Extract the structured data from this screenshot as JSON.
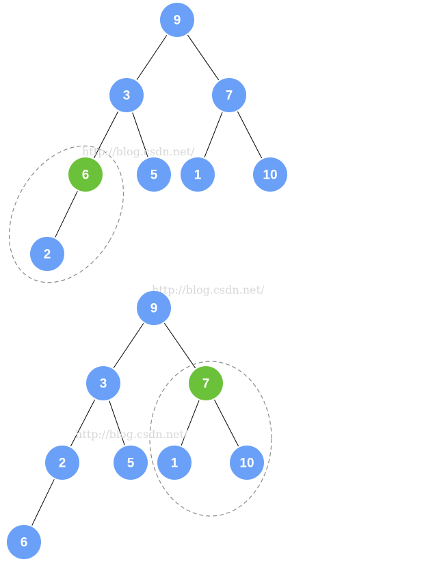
{
  "colors": {
    "node_default": "#6aa0f7",
    "node_highlight": "#6cc13a",
    "text": "#ffffff",
    "edge": "#000000",
    "dashed_outline": "#8a8a8a",
    "watermark": "#d8d8d8"
  },
  "watermark_text": "http://blog.csdn.net/",
  "trees": [
    {
      "name": "tree-before",
      "nodes": [
        {
          "id": "t1-9",
          "label": "9",
          "highlight": false
        },
        {
          "id": "t1-3",
          "label": "3",
          "highlight": false
        },
        {
          "id": "t1-7",
          "label": "7",
          "highlight": false
        },
        {
          "id": "t1-6",
          "label": "6",
          "highlight": true
        },
        {
          "id": "t1-5",
          "label": "5",
          "highlight": false
        },
        {
          "id": "t1-1",
          "label": "1",
          "highlight": false
        },
        {
          "id": "t1-10",
          "label": "10",
          "highlight": false
        },
        {
          "id": "t1-2",
          "label": "2",
          "highlight": false
        }
      ],
      "edges": [
        [
          "t1-9",
          "t1-3"
        ],
        [
          "t1-9",
          "t1-7"
        ],
        [
          "t1-3",
          "t1-6"
        ],
        [
          "t1-3",
          "t1-5"
        ],
        [
          "t1-7",
          "t1-1"
        ],
        [
          "t1-7",
          "t1-10"
        ],
        [
          "t1-6",
          "t1-2"
        ]
      ],
      "highlighted_subtree": [
        "t1-6",
        "t1-2"
      ]
    },
    {
      "name": "tree-after",
      "nodes": [
        {
          "id": "t2-9",
          "label": "9",
          "highlight": false
        },
        {
          "id": "t2-3",
          "label": "3",
          "highlight": false
        },
        {
          "id": "t2-7",
          "label": "7",
          "highlight": true
        },
        {
          "id": "t2-2",
          "label": "2",
          "highlight": false
        },
        {
          "id": "t2-5",
          "label": "5",
          "highlight": false
        },
        {
          "id": "t2-1",
          "label": "1",
          "highlight": false
        },
        {
          "id": "t2-10",
          "label": "10",
          "highlight": false
        },
        {
          "id": "t2-6",
          "label": "6",
          "highlight": false
        }
      ],
      "edges": [
        [
          "t2-9",
          "t2-3"
        ],
        [
          "t2-9",
          "t2-7"
        ],
        [
          "t2-3",
          "t2-2"
        ],
        [
          "t2-3",
          "t2-5"
        ],
        [
          "t2-7",
          "t2-1"
        ],
        [
          "t2-7",
          "t2-10"
        ],
        [
          "t2-2",
          "t2-6"
        ]
      ],
      "highlighted_subtree": [
        "t2-7",
        "t2-1",
        "t2-10"
      ]
    }
  ]
}
